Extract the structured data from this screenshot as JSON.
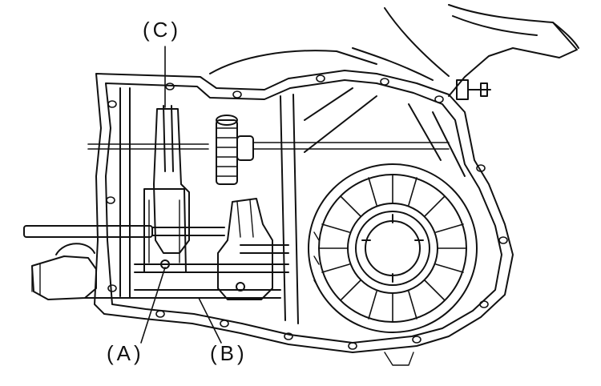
{
  "labels": {
    "a": "(A)",
    "b": "(B)",
    "c": "(C)"
  },
  "colors": {
    "ink": "#111111",
    "paper": "#ffffff"
  }
}
